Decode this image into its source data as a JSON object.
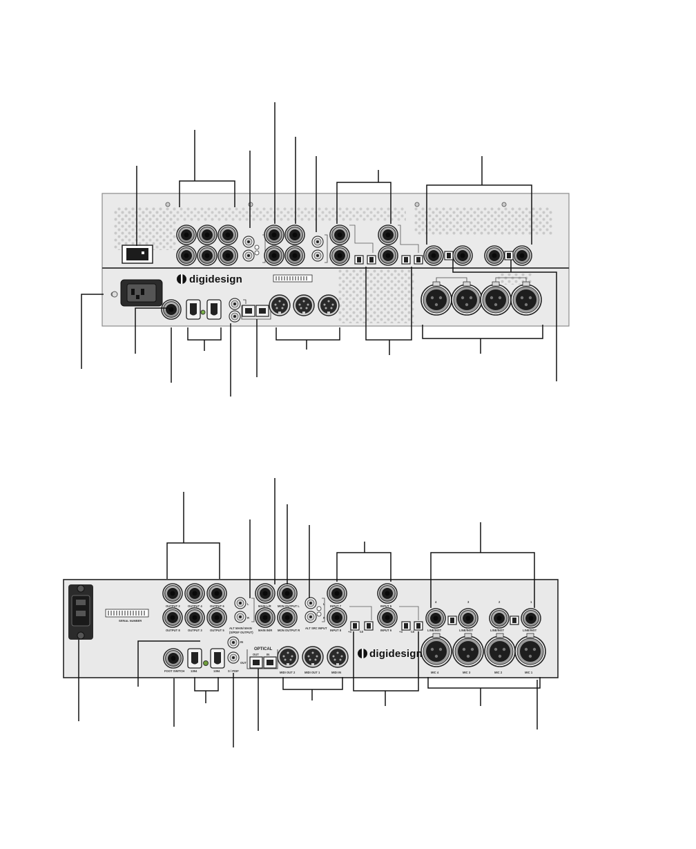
{
  "panel_top": {
    "brand": "digidesign"
  },
  "panel_bottom": {
    "brand": "digidesign",
    "serial_label": "SERIAL NUMBER",
    "optical_label": "OPTICAL",
    "optical_out": "OUT",
    "optical_in": "IN",
    "labels": {
      "output_2": "OUTPUT 2",
      "output_4": "OUTPUT 4",
      "output_6": "OUTPUT 6",
      "output_8": "OUTPUT 8",
      "output_3": "OUTPUT 3",
      "output_5": "OUTPUT 5",
      "coax_spdif_top": "ALT MAIN/ MAIN",
      "coax_spdif_bottom": "(S/PDIF OUTPUT)",
      "main_lr": "MAIN L/R",
      "mon_output_l": "MON OUTPUT L",
      "main_inr": "MAIN IN/R",
      "mon_output_r": "MON OUTPUT R",
      "alt_src_input": "ALT SRC INPUT",
      "input_7": "INPUT 7",
      "input_8": "INPUT 8",
      "input_5": "INPUT 5",
      "input_6": "INPUT 6",
      "foot_switch": "FOOT SWITCH",
      "fw_1394_a": "1394",
      "fw_1394_b": "1394",
      "spdif": "S / PDIF",
      "midi_out_2": "MIDI OUT 2",
      "midi_out_1": "MIDI OUT 1",
      "midi_in": "MIDI IN",
      "ch_4": "4",
      "ch_3": "3",
      "ch_2": "2",
      "ch_1": "1",
      "line_inst_4": "LINE/INST",
      "line_inst_3": "LINE/INST",
      "line_inst_2": "LINE/INST",
      "line_inst_1": "LINE/INST",
      "mic_4": "MIC 4",
      "mic_3": "MIC 3",
      "mic_2": "MIC 2",
      "mic_1": "MIC 1",
      "l": "L",
      "r": "R",
      "in": "IN",
      "out": "OUT",
      "pad_a": "+4",
      "pad_b": "-10"
    }
  },
  "colors": {
    "panel_fill": "#e9e9e9",
    "panel_dark": "#2b2b2b",
    "vent_dot": "#c7c7c7",
    "callout": "#111111"
  }
}
